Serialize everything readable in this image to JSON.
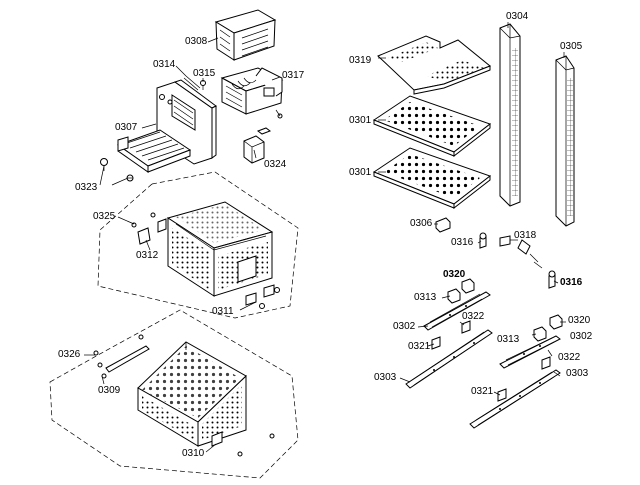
{
  "diagram": {
    "type": "exploded-parts-view",
    "labels": {
      "p0308": "0308",
      "p0314": "0314",
      "p0315": "0315",
      "p0317": "0317",
      "p0307": "0307",
      "p0324": "0324",
      "p0323": "0323",
      "p0325": "0325",
      "p0312": "0312",
      "p0311": "0311",
      "p0326": "0326",
      "p0309": "0309",
      "p0310": "0310",
      "p0319": "0319",
      "p0301a": "0301",
      "p0301b": "0301",
      "p0304": "0304",
      "p0305": "0305",
      "p0306": "0306",
      "p0316a": "0316",
      "p0318": "0318",
      "p0316b": "0316",
      "p0320a": "0320",
      "p0313a": "0313",
      "p0302a": "0302",
      "p0322a": "0322",
      "p0321a": "0321",
      "p0303a": "0303",
      "p0320b": "0320",
      "p0313b": "0313",
      "p0302b": "0302",
      "p0322b": "0322",
      "p0303b": "0303",
      "p0321b": "0321"
    }
  }
}
